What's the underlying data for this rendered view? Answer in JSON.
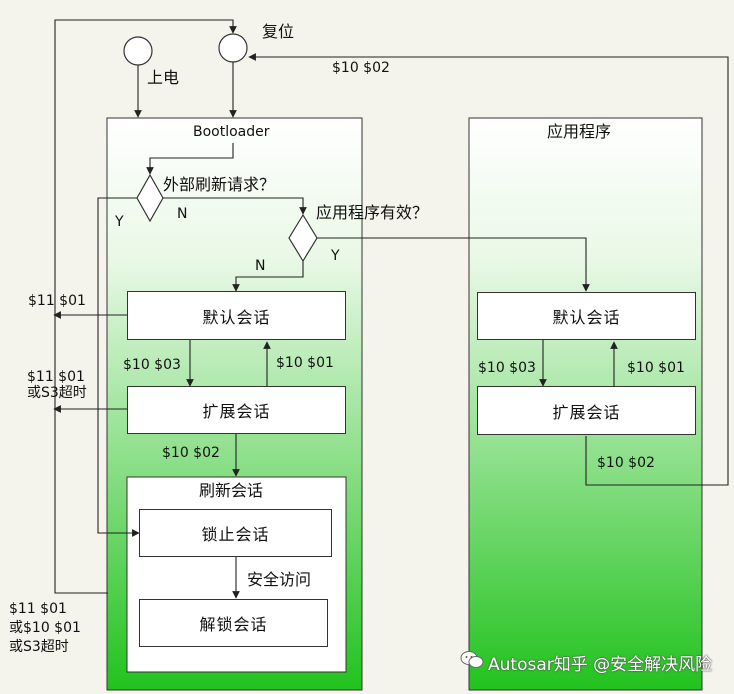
{
  "start": {
    "power_on": "上电",
    "reset": "复位"
  },
  "bootloader": {
    "title": "Bootloader",
    "decision_external": "外部刷新请求？",
    "decision_app_valid": "应用程序有效？",
    "branch_y1": "Y",
    "branch_n1": "N",
    "branch_y2": "Y",
    "branch_n2": "N",
    "default_session": "默认会话",
    "extended_session": "扩展会话",
    "programming_session": "刷新会话",
    "locked_session": "锁止会话",
    "unlocked_session": "解锁会话",
    "security_access": "安全访问",
    "to_ext": "$10 $03",
    "to_default": "$10 $01",
    "to_prog": "$10 $02"
  },
  "application": {
    "title": "应用程序",
    "default_session": "默认会话",
    "extended_session": "扩展会话",
    "to_ext": "$10 $03",
    "to_default": "$10 $01",
    "to_reset": "$10 $02"
  },
  "left_labels": {
    "from_default": "$11 $01",
    "from_extended": "$11 $01\n或S3超时",
    "from_prog": "$11 $01\n或$10 $01\n或S3超时"
  },
  "reset_return": "$10 $02",
  "watermark": "Autosar知乎 @安全解决风险",
  "colors": {
    "green_top": "#ffffff",
    "green_bottom": "#22c21e",
    "line": "#222222"
  }
}
